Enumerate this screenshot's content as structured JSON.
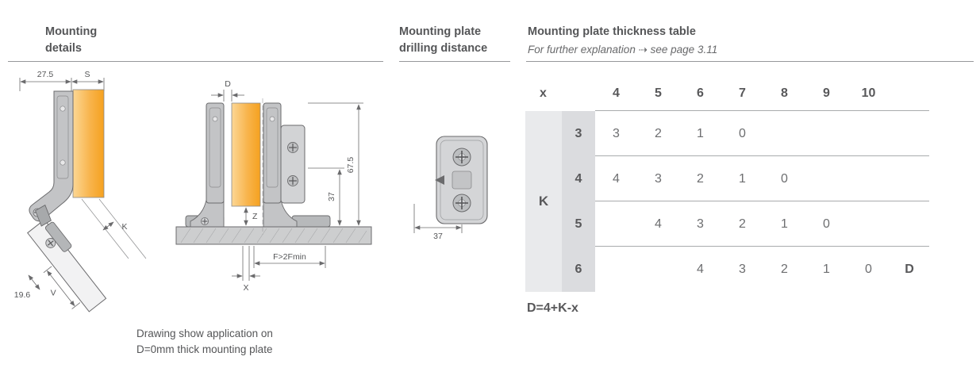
{
  "headers": {
    "mounting_details": {
      "line1": "Mounting",
      "line2": "details"
    },
    "drilling_distance": {
      "line1": "Mounting plate",
      "line2": "drilling distance"
    },
    "thickness_table": {
      "title": "Mounting plate thickness table",
      "subtitle": "For further explanation ⇢ see page 3.11"
    }
  },
  "drawing_details": {
    "dim_width": "27.5",
    "dim_s": "S",
    "dim_k": "K",
    "dim_196": "19.6",
    "dim_v": "V"
  },
  "drawing_drilling": {
    "dim_d": "D",
    "dim_675": "67.5",
    "dim_37": "37",
    "dim_z": "Z",
    "dim_f": "F>2Fmin",
    "dim_x": "X",
    "caption_line1": "Drawing show application on",
    "caption_line2": "D=0mm thick mounting plate"
  },
  "drawing_plate": {
    "dim_37": "37"
  },
  "table": {
    "corner_label": "x",
    "columns": [
      "4",
      "5",
      "6",
      "7",
      "8",
      "9",
      "10"
    ],
    "k_label": "K",
    "rows": [
      {
        "label": "3",
        "cells": [
          "3",
          "2",
          "1",
          "0",
          "",
          "",
          ""
        ]
      },
      {
        "label": "4",
        "cells": [
          "4",
          "3",
          "2",
          "1",
          "0",
          "",
          ""
        ]
      },
      {
        "label": "5",
        "cells": [
          "",
          "4",
          "3",
          "2",
          "1",
          "0",
          ""
        ]
      },
      {
        "label": "6",
        "cells": [
          "",
          "",
          "4",
          "3",
          "2",
          "1",
          "0"
        ]
      }
    ],
    "d_label": "D",
    "formula": "D=4+K-x"
  },
  "colors": {
    "text": "#58585a",
    "accent_orange": "#f5a11f",
    "table_k_bg": "#e9eaec",
    "table_label_bg": "#dbdcdf",
    "rule": "#97989a"
  }
}
